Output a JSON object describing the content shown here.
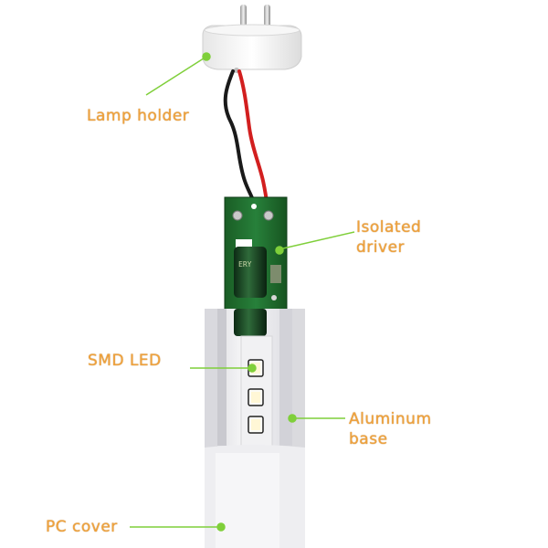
{
  "labels": {
    "lamp_holder": "Lamp holder",
    "isolated_driver_line1": "Isolated",
    "isolated_driver_line2": "driver",
    "smd_led": "SMD LED",
    "aluminum_base_line1": "Aluminum",
    "aluminum_base_line2": "base",
    "pc_cover": "PC cover"
  },
  "colors": {
    "label_text": "#f0a23c",
    "leader_line": "#7fcf3a",
    "pcb": "#1e6b2a",
    "wire_red": "#d21f1f",
    "wire_black": "#1a1a1a",
    "housing": "#e9e9ec"
  },
  "capacitor_text": "ERY"
}
